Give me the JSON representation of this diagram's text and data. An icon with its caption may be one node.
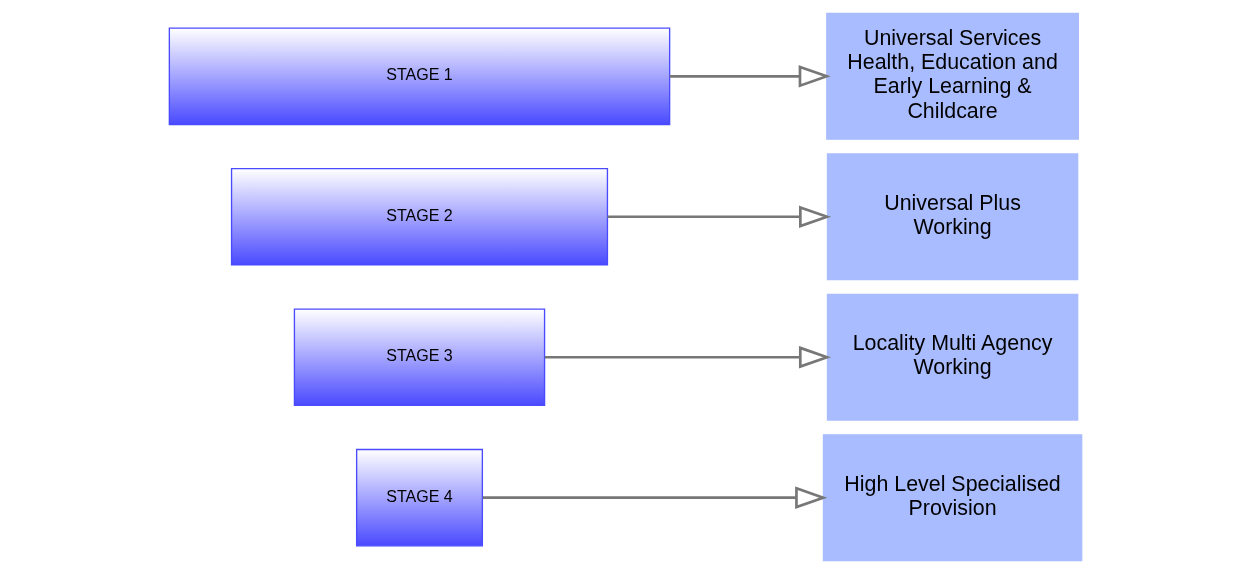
{
  "diagram": {
    "nodes": [
      {
        "text": [
          "STAGE 4"
        ]
      },
      {
        "text": [
          "High Level Specialised Provision"
        ]
      },
      {
        "text": [
          "STAGE 3"
        ]
      },
      {
        "text": [
          "Locality Multi Agency Working"
        ]
      },
      {
        "text": [
          "STAGE 2"
        ]
      },
      {
        "text": [
          "Universal Plus Working"
        ]
      },
      {
        "text": [
          "STAGE 1"
        ]
      },
      {
        "text": [
          "Universal Services Health, Education and Early Learning & Childcare"
        ]
      }
    ],
    "edges": [
      {
        "from": 0,
        "to": 1,
        "arrow": "to"
      },
      {
        "from": 2,
        "to": 3,
        "arrow": "to"
      },
      {
        "from": 4,
        "to": 5,
        "arrow": "to"
      },
      {
        "from": 6,
        "to": 7,
        "arrow": "to"
      }
    ]
  }
}
